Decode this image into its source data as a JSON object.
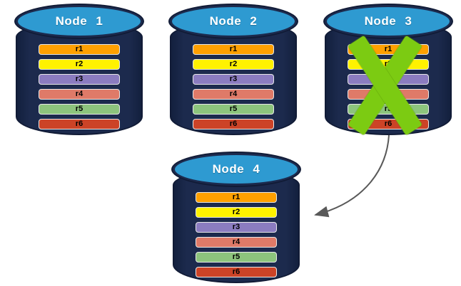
{
  "diagram": {
    "kind": "database-node-failover",
    "background": "#FFFFFF"
  },
  "colors": {
    "cylinder_body": "#1C2A4D",
    "cylinder_edge": "#111B36",
    "cylinder_top": "#2E9AD1",
    "title_text": "#FFFFFF",
    "record_text": "#000000",
    "record_border": "#E8E8E8",
    "x_mark": "#7CCB12",
    "arrow": "#595959"
  },
  "nodes": [
    {
      "id": "node-1",
      "title": "Node 1",
      "failed": false,
      "records": [
        {
          "label": "r1",
          "color": "#FFA000"
        },
        {
          "label": "r2",
          "color": "#FFF200"
        },
        {
          "label": "r3",
          "color": "#8B7CC0"
        },
        {
          "label": "r4",
          "color": "#DF7A68"
        },
        {
          "label": "r5",
          "color": "#8DC47D"
        },
        {
          "label": "r6",
          "color": "#CC4327"
        }
      ]
    },
    {
      "id": "node-2",
      "title": "Node 2",
      "failed": false,
      "records": [
        {
          "label": "r1",
          "color": "#FFA000"
        },
        {
          "label": "r2",
          "color": "#FFF200"
        },
        {
          "label": "r3",
          "color": "#8B7CC0"
        },
        {
          "label": "r4",
          "color": "#DF7A68"
        },
        {
          "label": "r5",
          "color": "#8DC47D"
        },
        {
          "label": "r6",
          "color": "#CC4327"
        }
      ]
    },
    {
      "id": "node-3",
      "title": "Node 3",
      "failed": true,
      "status_icon": "x-mark",
      "records": [
        {
          "label": "r1",
          "color": "#FFA000"
        },
        {
          "label": "r2",
          "color": "#FFF200"
        },
        {
          "label": "r3",
          "color": "#8B7CC0"
        },
        {
          "label": "r4",
          "color": "#DF7A68"
        },
        {
          "label": "r5",
          "color": "#8DC47D"
        },
        {
          "label": "r6",
          "color": "#CC4327"
        }
      ]
    },
    {
      "id": "node-4",
      "title": "Node 4",
      "failed": false,
      "records": [
        {
          "label": "r1",
          "color": "#FFA000"
        },
        {
          "label": "r2",
          "color": "#FFF200"
        },
        {
          "label": "r3",
          "color": "#8B7CC0"
        },
        {
          "label": "r4",
          "color": "#DF7A68"
        },
        {
          "label": "r5",
          "color": "#8DC47D"
        },
        {
          "label": "r6",
          "color": "#CC4327"
        }
      ]
    }
  ],
  "arrow": {
    "from": "node-3",
    "to": "node-4"
  }
}
